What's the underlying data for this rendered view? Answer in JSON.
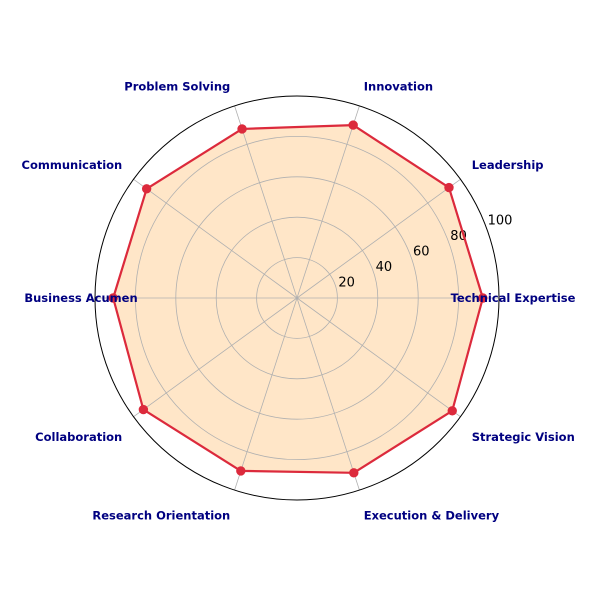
{
  "chart_data": {
    "type": "radar",
    "categories": [
      "Technical Expertise",
      "Leadership",
      "Innovation",
      "Problem Solving",
      "Communication",
      "Business Acumen",
      "Collaboration",
      "Research Orientation",
      "Execution & Delivery",
      "Strategic Vision"
    ],
    "series": [
      {
        "values": [
          92,
          93,
          90,
          88,
          92,
          91,
          94,
          90,
          91,
          95
        ]
      }
    ],
    "r_ticks": [
      "20",
      "40",
      "60",
      "80",
      "100"
    ],
    "r_tick_values": [
      20,
      40,
      60,
      80,
      100
    ],
    "rlim": [
      0,
      100
    ],
    "grid": true,
    "colors": {
      "line": "#dc2a3c",
      "fill": "#ffe6c8",
      "label": "#000080",
      "grid": "#b0b0b0",
      "outer": "#000000"
    }
  }
}
